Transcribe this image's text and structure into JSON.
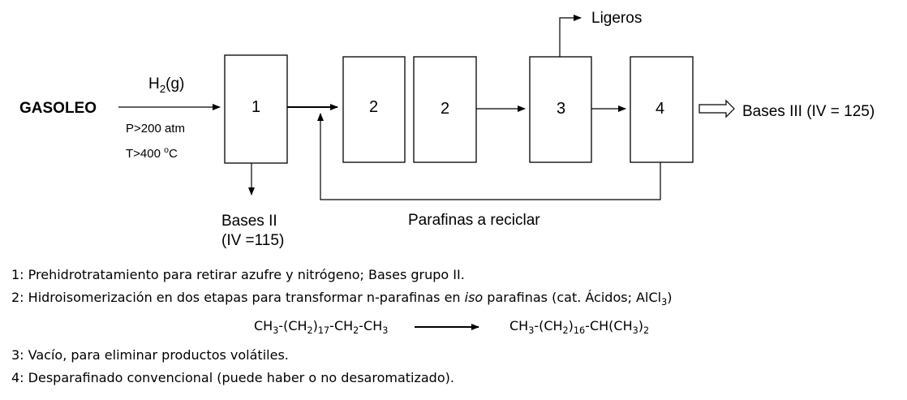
{
  "feed": {
    "label": "GASOLEO"
  },
  "hydrogen": {
    "main": "H",
    "sub": "2",
    "tail": "(g)"
  },
  "conditions": {
    "pressure": "P>200 atm",
    "temperature_pre": "T>400 ",
    "temperature_sup": "o",
    "temperature_post": "C"
  },
  "boxes": [
    {
      "label": "1"
    },
    {
      "label": "2"
    },
    {
      "label": "2"
    },
    {
      "label": "3"
    },
    {
      "label": "4"
    }
  ],
  "outputs": {
    "light": "Ligeros",
    "bases3": "Bases III (IV = 125)",
    "bases2_line1": "Bases II",
    "bases2_line2": "(IV =115)",
    "recycle": "Parafinas a reciclar"
  },
  "notes": {
    "n1": "1: Prehidrotratamiento para retirar azufre y nitrógeno; Bases grupo II.",
    "n2_a": "2: Hidroisomerización en dos etapas para transformar n-parafinas en ",
    "n2_iso": "iso",
    "n2_b": " parafinas (cat. Ácidos; AlCl",
    "n2_sub": "3",
    "n2_c": ")",
    "n3": "3: Vacío, para eliminar productos volátiles.",
    "n4": "4: Desparafinado convencional (puede haber o no desaromatizado)."
  },
  "reaction": {
    "left": {
      "a": "CH",
      "s1": "3",
      "b": "-(CH",
      "s2": "2",
      "c": ")",
      "s3": "17",
      "d": "-CH",
      "s4": "2",
      "e": "-CH",
      "s5": "3"
    },
    "right": {
      "a": "CH",
      "s1": "3",
      "b": "-(CH",
      "s2": "2",
      "c": ")",
      "s3": "16",
      "d": "-CH(CH",
      "s4": "3",
      "e": ")",
      "s5": "2"
    }
  }
}
